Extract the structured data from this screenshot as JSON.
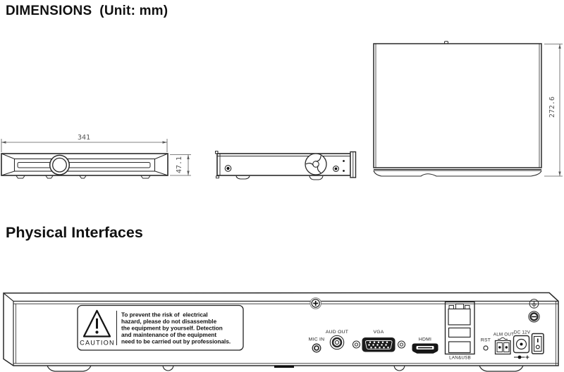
{
  "page": {
    "title": "DIMENSIONS  (Unit: mm)",
    "section2_title": "Physical Interfaces"
  },
  "dimensions": {
    "front_width": "341",
    "front_height": "47.1",
    "top_depth": "272.6"
  },
  "rear_panel": {
    "caution": {
      "label": "CAUTION",
      "lines": [
        "To prevent the risk of  electrical",
        "hazard, please do not disassemble",
        "the equipment by yourself. Detection",
        "and maintenance of the equipment",
        "need to be carried out by professionals."
      ]
    },
    "ports": {
      "mic_in": "MIC IN",
      "aud_out": "AUD OUT",
      "vga": "VGA",
      "hdmi": "HDMI",
      "lan_usb": "LAN&USB",
      "rst": "RST",
      "alm_out": "ALM OUT",
      "dc_12v": "DC 12V"
    }
  }
}
